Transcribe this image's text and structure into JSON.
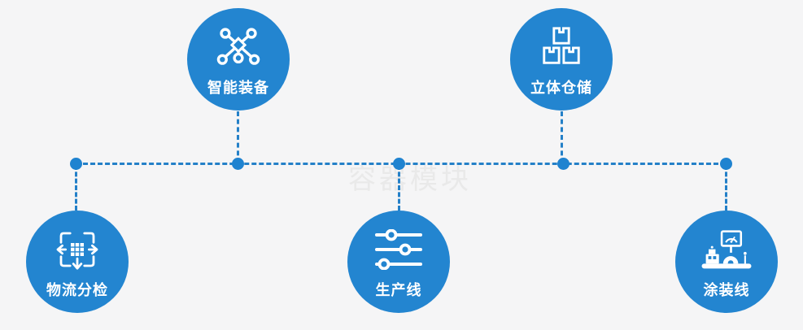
{
  "watermark": "容器模块",
  "colors": {
    "node_fill": "#2385d0",
    "connector_line": "#2480c8",
    "junction_dot": "#1f83d0",
    "background": "#f5f5f6",
    "label_text": "#ffffff",
    "watermark_text": "#e9e9e9"
  },
  "diagram": {
    "nodes": [
      {
        "label": "智能装备",
        "icon": "network-nodes-icon",
        "position": "top-left"
      },
      {
        "label": "立体仓储",
        "icon": "stacked-boxes-icon",
        "position": "top-right"
      },
      {
        "label": "物流分检",
        "icon": "distribute-arrows-icon",
        "position": "bottom-left"
      },
      {
        "label": "生产线",
        "icon": "sliders-icon",
        "position": "bottom-center"
      },
      {
        "label": "涂装线",
        "icon": "machine-monitor-icon",
        "position": "bottom-right"
      }
    ]
  }
}
